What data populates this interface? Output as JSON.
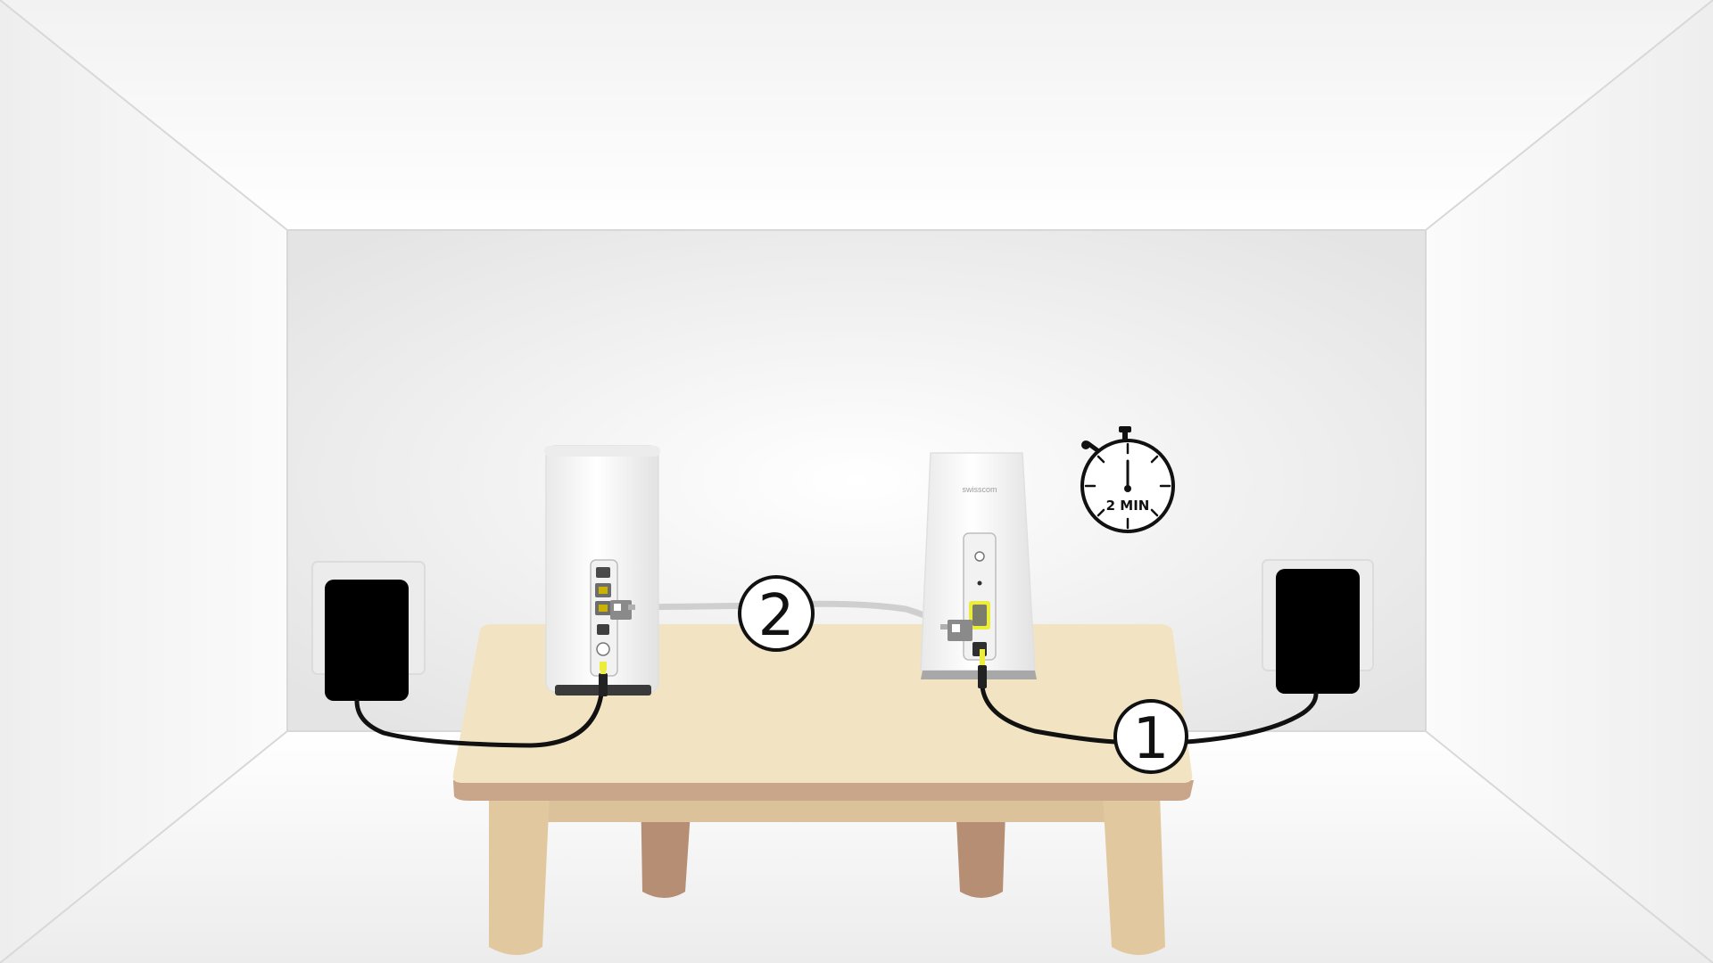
{
  "steps": {
    "power_router": {
      "number": "1"
    },
    "connect_cable": {
      "number": "2"
    }
  },
  "timer": {
    "label": "2 MIN"
  },
  "brand": {
    "router_logo": "swisscom"
  },
  "colors": {
    "wall": "#f4f4f4",
    "table_top": "#f2e4c2",
    "table_edge": "#c9a589",
    "table_leg": "#e2c89e",
    "back_leg": "#b58e74",
    "adapter": "#000000",
    "cable_power": "#111111",
    "cable_ethernet": "#cfcfcf",
    "port_highlight": "#ecec3a",
    "device_body": "#f7f7f7"
  },
  "icons": [
    "stopwatch-icon",
    "power-adapter-icon",
    "ethernet-plug-icon",
    "power-plug-icon"
  ]
}
